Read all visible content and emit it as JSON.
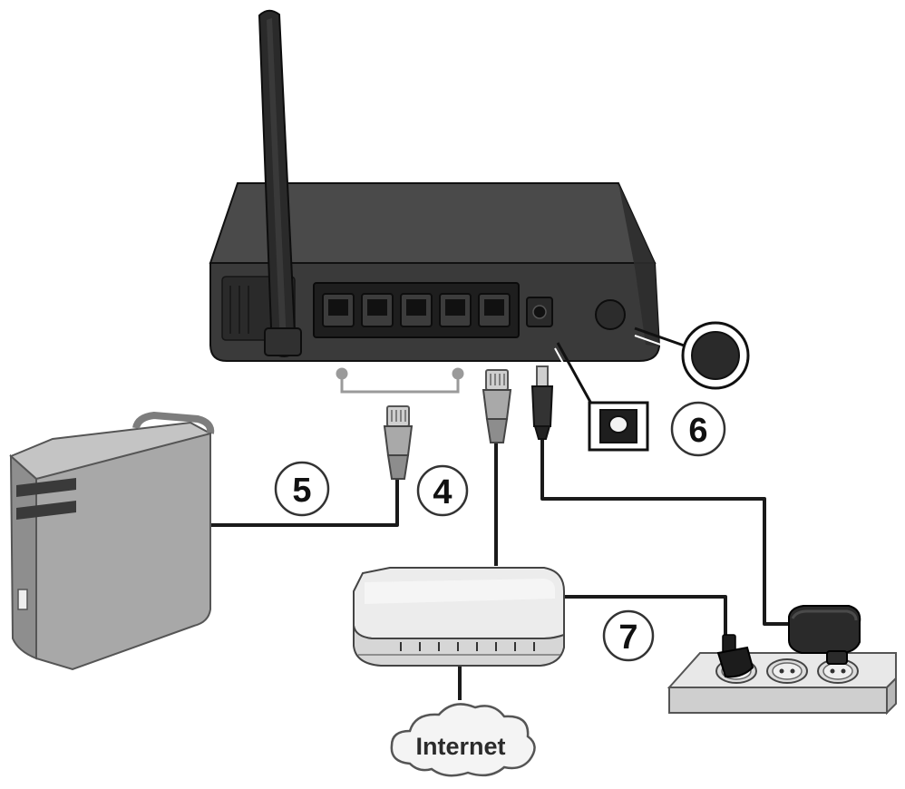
{
  "callouts": {
    "c4": "4",
    "c5": "5",
    "c6": "6",
    "c7": "7"
  },
  "cloud": {
    "label": "Internet"
  },
  "colors": {
    "router_body": "#3a3a3a",
    "router_top": "#4a4a4a",
    "port_panel": "#1e1e1e",
    "cable": "#1a1a1a",
    "connector": "#a9a9a9",
    "pc_case": "#a8a8a8",
    "modem_body": "#ececec",
    "strip": "#dcdcdc"
  },
  "router": {
    "lan_port_count": 4
  },
  "modem": {
    "led_count": 8
  },
  "power_strip": {
    "socket_count": 3
  }
}
